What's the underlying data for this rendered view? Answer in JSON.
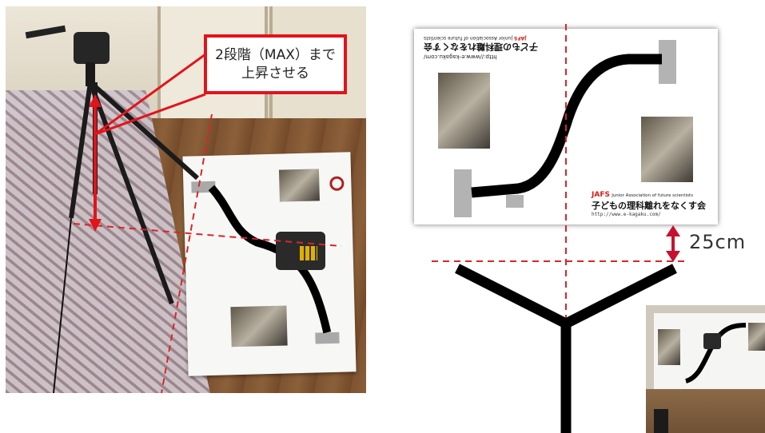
{
  "callout": {
    "line1": "2段階（MAX）まで",
    "line2": "上昇させる"
  },
  "measurement": {
    "distance_label": "25cm"
  },
  "sheet": {
    "brand": "JAFS",
    "brand_subtitle": "Junior Association of future scientists",
    "org_name": "子どもの理科離れをなくす会",
    "url": "http://www.e-kagaku.com/"
  },
  "colors": {
    "callout_border": "#e3131b",
    "guide_line": "#d9252a",
    "arrow": "#c8102e",
    "track": "#000000",
    "tape": "#b3b3b3"
  },
  "icons": {
    "height_arrow": "double-headed-vertical-arrow",
    "distance_arrow": "double-headed-vertical-arrow"
  }
}
